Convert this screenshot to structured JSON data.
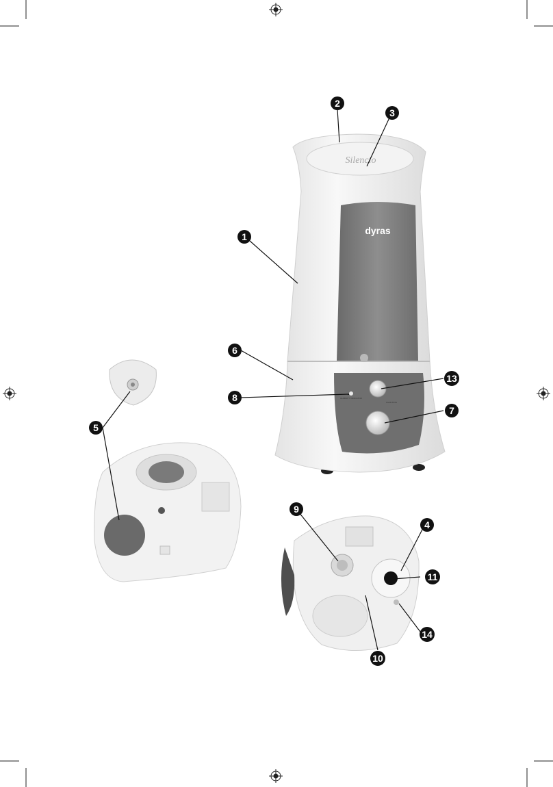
{
  "product": {
    "brand_logo": "dyras",
    "model_script": "Silencio",
    "panel_text_left": "HUMIDITY INDICATOR",
    "panel_text_right": "FUNCTION"
  },
  "callouts": [
    {
      "id": "c1",
      "label": "1"
    },
    {
      "id": "c2",
      "label": "2"
    },
    {
      "id": "c3",
      "label": "3"
    },
    {
      "id": "c4",
      "label": "4"
    },
    {
      "id": "c5",
      "label": "5"
    },
    {
      "id": "c6",
      "label": "6"
    },
    {
      "id": "c7",
      "label": "7"
    },
    {
      "id": "c8",
      "label": "8"
    },
    {
      "id": "c9",
      "label": "9"
    },
    {
      "id": "c10",
      "label": "10"
    },
    {
      "id": "c11",
      "label": "11"
    },
    {
      "id": "c13",
      "label": "13"
    },
    {
      "id": "c14",
      "label": "14"
    }
  ]
}
